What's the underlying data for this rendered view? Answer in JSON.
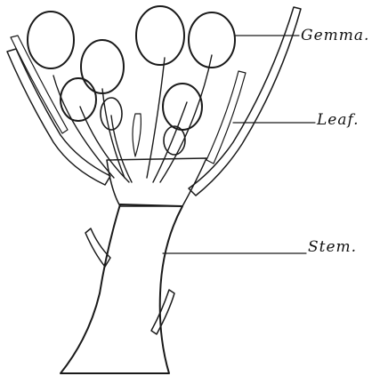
{
  "figure": {
    "labels": {
      "gemma": "Gemma.",
      "leaf": "Leaf.",
      "stem": "Stem."
    },
    "ink_color": "#1a1a1a"
  }
}
